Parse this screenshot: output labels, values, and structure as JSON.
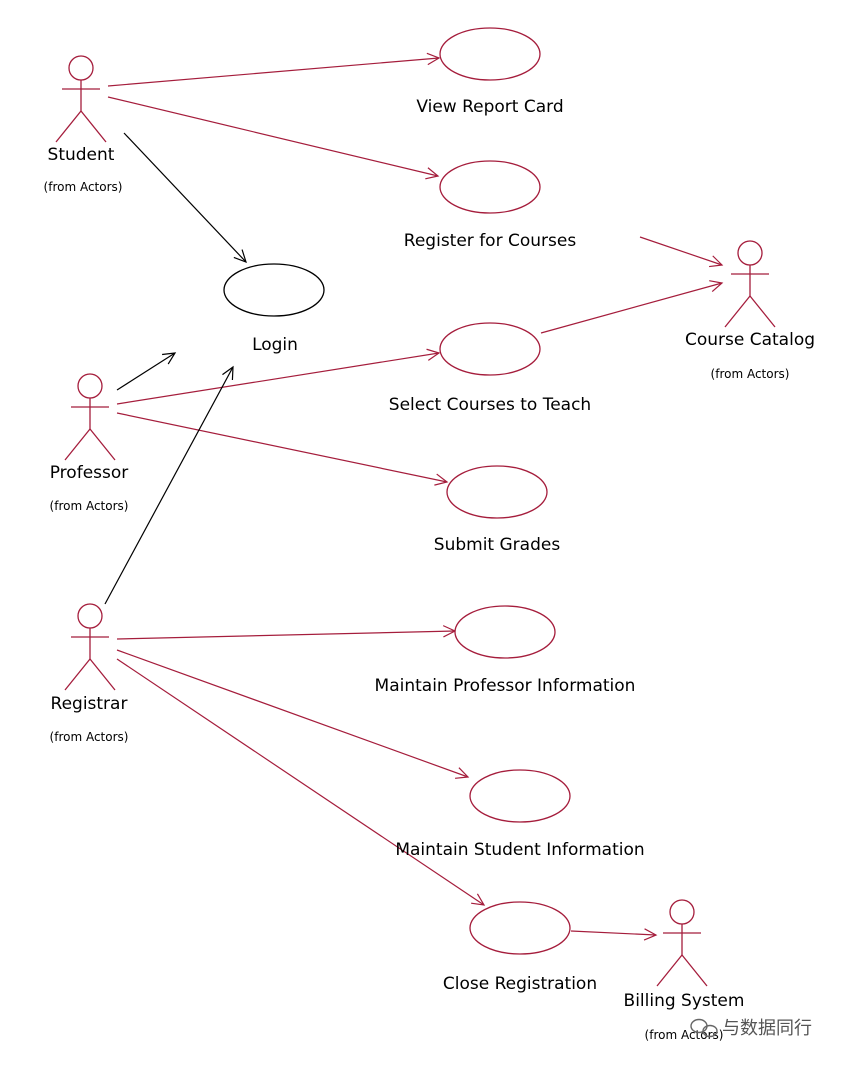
{
  "actors": [
    {
      "id": "student",
      "name": "Student",
      "note": "(from Actors)"
    },
    {
      "id": "professor",
      "name": "Professor",
      "note": "(from Actors)"
    },
    {
      "id": "registrar",
      "name": "Registrar",
      "note": "(from Actors)"
    },
    {
      "id": "catalog",
      "name": "Course Catalog",
      "note": "(from Actors)"
    },
    {
      "id": "billing",
      "name": "Billing System",
      "note": "(from Actors)"
    }
  ],
  "use_cases": [
    {
      "id": "view_report",
      "name": "View Report Card"
    },
    {
      "id": "register",
      "name": "Register for Courses"
    },
    {
      "id": "login",
      "name": "Login"
    },
    {
      "id": "select_teach",
      "name": "Select Courses to Teach"
    },
    {
      "id": "submit_grades",
      "name": "Submit Grades"
    },
    {
      "id": "maint_prof",
      "name": "Maintain Professor Information"
    },
    {
      "id": "maint_student",
      "name": "Maintain Student Information"
    },
    {
      "id": "close_reg",
      "name": "Close Registration"
    }
  ],
  "associations": [
    {
      "from": "student",
      "to": "view_report"
    },
    {
      "from": "student",
      "to": "register"
    },
    {
      "from": "student",
      "to": "login"
    },
    {
      "from": "register",
      "to": "catalog"
    },
    {
      "from": "professor",
      "to": "login"
    },
    {
      "from": "professor",
      "to": "select_teach"
    },
    {
      "from": "select_teach",
      "to": "catalog"
    },
    {
      "from": "professor",
      "to": "submit_grades"
    },
    {
      "from": "registrar",
      "to": "login"
    },
    {
      "from": "registrar",
      "to": "maint_prof"
    },
    {
      "from": "registrar",
      "to": "maint_student"
    },
    {
      "from": "registrar",
      "to": "close_reg"
    },
    {
      "from": "close_reg",
      "to": "billing"
    }
  ],
  "watermark": "与数据同行",
  "colors": {
    "primary": "#a51d3c",
    "login": "#000000",
    "text": "#000000"
  }
}
